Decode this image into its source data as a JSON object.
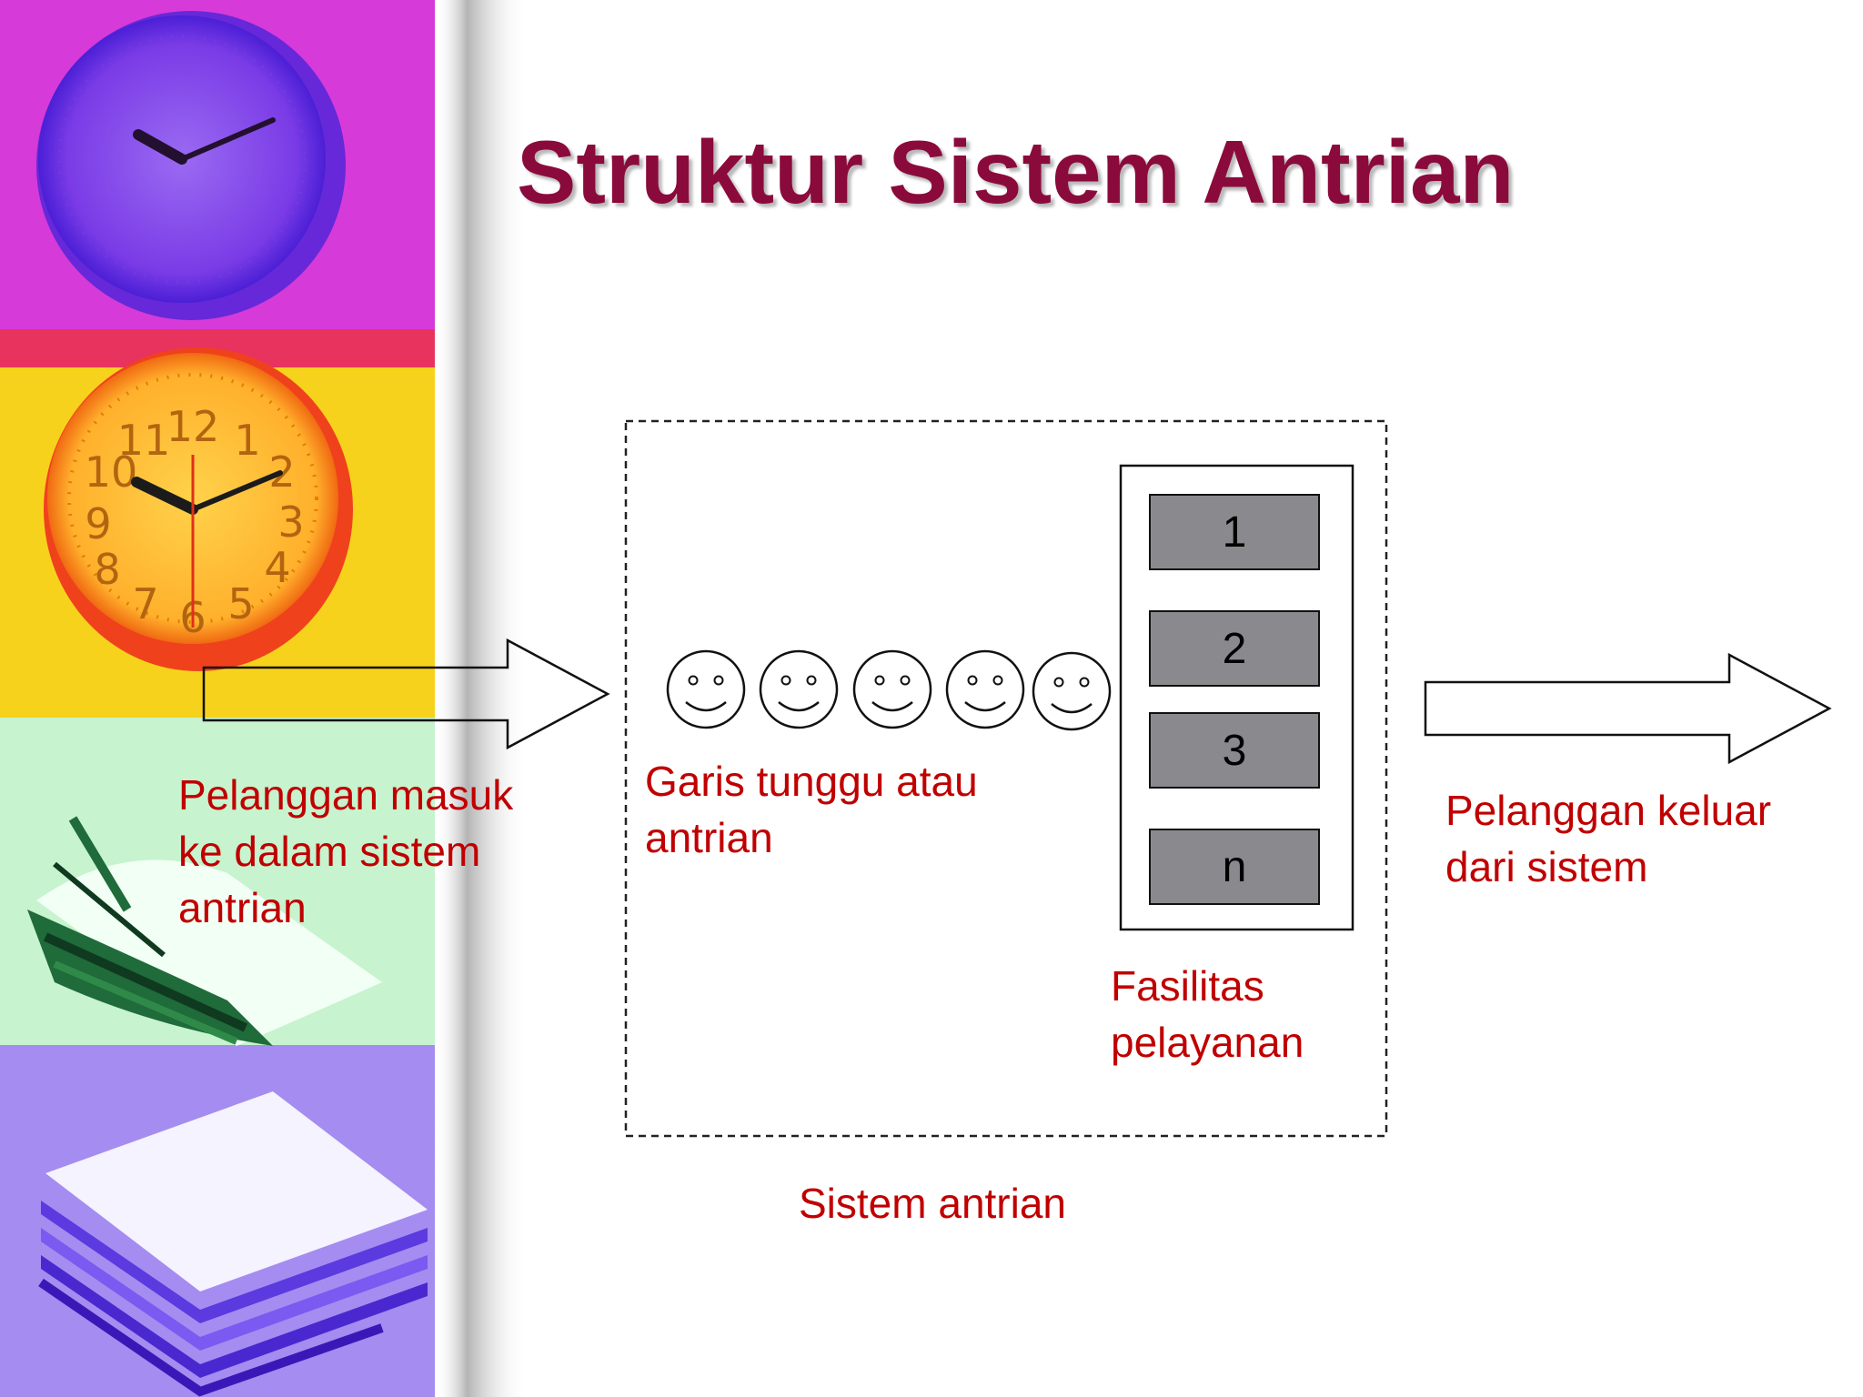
{
  "slide": {
    "title": "Struktur Sistem Antrian"
  },
  "side_art": {
    "clock_top_icon": "purple-clock",
    "clock_orange_icon": "orange-clock",
    "clock_numbers": [
      "12",
      "1",
      "2",
      "3",
      "4",
      "5",
      "6",
      "7",
      "8",
      "9",
      "10",
      "11"
    ],
    "book_green_icon": "green-book",
    "papers_purple_icon": "purple-paper-stack",
    "colors": {
      "magenta": "#d63ad8",
      "yellow": "#f7d21c",
      "mint": "#c7f3cf",
      "violet": "#a58cf0"
    }
  },
  "diagram": {
    "arrival_label_lines": [
      "Pelanggan masuk",
      "ke dalam sistem",
      "antrian"
    ],
    "queue_label_lines": [
      "Garis tunggu atau",
      "antrian"
    ],
    "servers": [
      "1",
      "2",
      "3",
      "n"
    ],
    "service_label_lines": [
      "Fasilitas",
      "pelayanan"
    ],
    "exit_label_lines": [
      "Pelanggan keluar",
      "dari sistem"
    ],
    "system_label": "Sistem antrian",
    "customer_icon": "smiley-face-icon",
    "label_color": "#c00000"
  }
}
